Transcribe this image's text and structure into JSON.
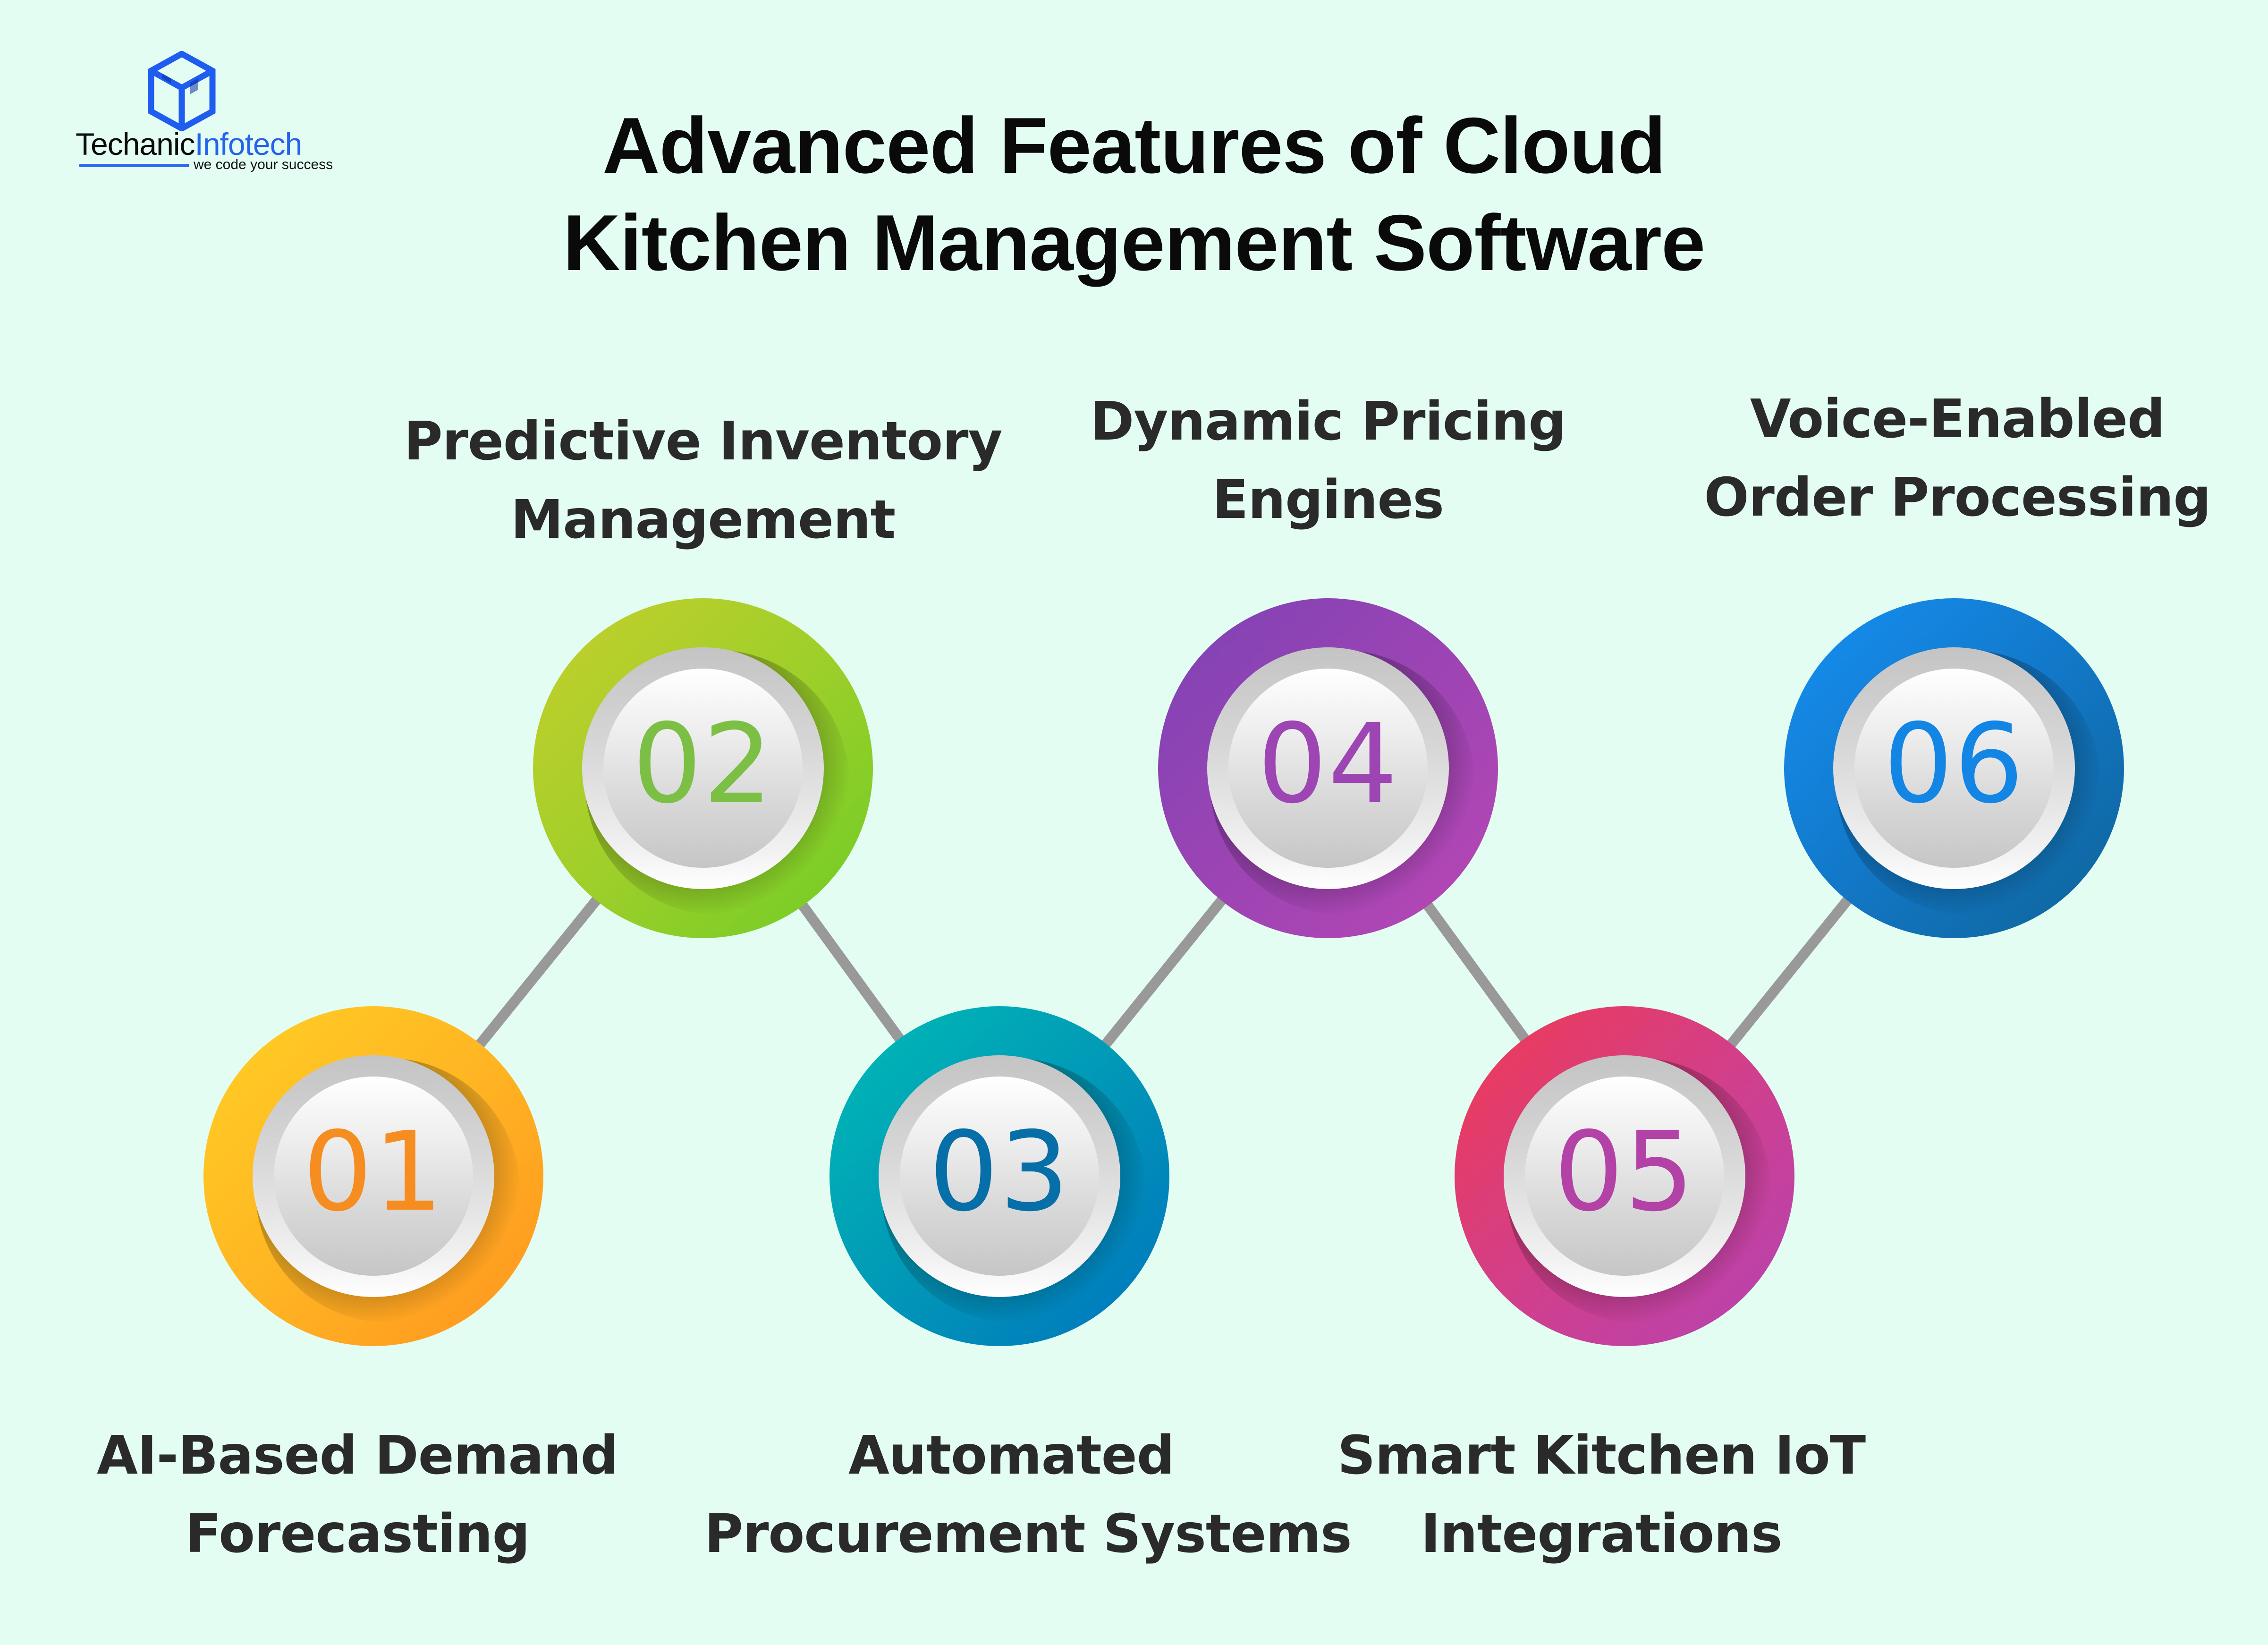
{
  "logo": {
    "name_part1": "Techanic",
    "name_part2": "Infotech",
    "tagline": "we code your success",
    "colors": {
      "mark": "#1f5cf0",
      "name_part1": "#0b0b0b",
      "name_part2": "#2563eb"
    }
  },
  "title": {
    "line1": "Advanced Features of Cloud",
    "line2": "Kitchen Management Software"
  },
  "colors": {
    "background": "#e3fdf3",
    "connector": "#999999",
    "label_text": "#2a2a2a"
  },
  "features": [
    {
      "number": "01",
      "line1": "AI-Based Demand",
      "line2": "Forecasting",
      "position": "bottom",
      "gradient": [
        "#ffd024",
        "#ff9a1f"
      ],
      "number_color": "#f68d21"
    },
    {
      "number": "02",
      "line1": "Predictive Inventory",
      "line2": "Management",
      "position": "top",
      "gradient": [
        "#c3d02c",
        "#72cc26"
      ],
      "number_color": "#7cbf45"
    },
    {
      "number": "03",
      "line1": "Automated",
      "line2": "Procurement Systems",
      "position": "bottom",
      "gradient": [
        "#00bcb5",
        "#0074be"
      ],
      "number_color": "#076fa8"
    },
    {
      "number": "04",
      "line1": "Dynamic Pricing",
      "line2": "Engines",
      "position": "top",
      "gradient": [
        "#8042b5",
        "#b746b5"
      ],
      "number_color": "#9c45b3"
    },
    {
      "number": "05",
      "line1": "Smart Kitchen IoT",
      "line2": "Integrations",
      "position": "bottom",
      "gradient": [
        "#ee3b56",
        "#b443b4"
      ],
      "number_color": "#b342a6"
    },
    {
      "number": "06",
      "line1": "Voice-Enabled",
      "line2": "Order Processing",
      "position": "top",
      "gradient": [
        "#1590f4",
        "#0f6397"
      ],
      "number_color": "#1285e5"
    }
  ]
}
